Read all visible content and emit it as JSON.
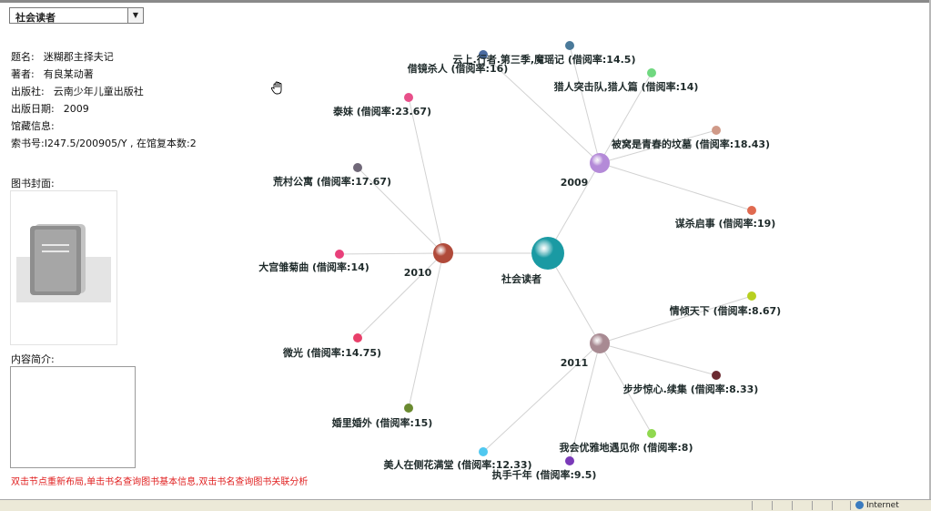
{
  "category_select": {
    "value": "社会读者",
    "arrow": "▼"
  },
  "book_info": {
    "title_label": "题名:",
    "title_value": "迷糊郡主择夫记",
    "author_label": "著者:",
    "author_value": "有良某动著",
    "publisher_label": "出版社:",
    "publisher_value": "云南少年儿童出版社",
    "date_label": "出版日期:",
    "date_value": "2009",
    "holdings_label": "馆藏信息:",
    "callno_line": "索书号:I247.5/200905/Y , 在馆复本数:2"
  },
  "cover_label": "图书封面:",
  "summary_label": "内容简介:",
  "hint": "双击节点重新布局,单击书名查询图书基本信息,双击书名查询图书关联分析",
  "graph": {
    "center": {
      "label": "社会读者",
      "color": "#1a9aa3"
    },
    "years": [
      {
        "id": "y2010",
        "label": "2010",
        "color": "#b04a3a"
      },
      {
        "id": "y2009",
        "label": "2009",
        "color": "#b48ad8"
      },
      {
        "id": "y2011",
        "label": "2011",
        "color": "#a88a92"
      }
    ],
    "books": [
      {
        "year": "y2010",
        "label": "泰妹 (借阅率:23.67)",
        "color": "#e8508a"
      },
      {
        "year": "y2010",
        "label": "荒村公寓 (借阅率:17.67)",
        "color": "#706878"
      },
      {
        "year": "y2010",
        "label": "大宫雏菊曲 (借阅率:14)",
        "color": "#e8407a"
      },
      {
        "year": "y2010",
        "label": "微光 (借阅率:14.75)",
        "color": "#e8406a"
      },
      {
        "year": "y2010",
        "label": "婚里婚外 (借阅率:15)",
        "color": "#6a8a30"
      },
      {
        "year": "y2009",
        "label": "借镜杀人 (借阅率:16)",
        "color": "#4a6aa0"
      },
      {
        "year": "y2009",
        "label": "云上.行者.第三季,魔瑶记 (借阅率:14.5)",
        "color": "#4a7a9a"
      },
      {
        "year": "y2009",
        "label": "猎人突击队,猎人篇 (借阅率:14)",
        "color": "#70d880"
      },
      {
        "year": "y2009",
        "label": "被窝是青春的坟墓 (借阅率:18.43)",
        "color": "#d09a88"
      },
      {
        "year": "y2009",
        "label": "谋杀启事 (借阅率:19)",
        "color": "#e06a50"
      },
      {
        "year": "y2011",
        "label": "情倾天下 (借阅率:8.67)",
        "color": "#b8d020"
      },
      {
        "year": "y2011",
        "label": "步步惊心.续集 (借阅率:8.33)",
        "color": "#6a2a30"
      },
      {
        "year": "y2011",
        "label": "我会优雅地遇见你 (借阅率:8)",
        "color": "#90d850"
      },
      {
        "year": "y2011",
        "label": "执手千年 (借阅率:9.5)",
        "color": "#7a3ab8"
      },
      {
        "year": "y2011",
        "label": "美人在侧花满堂 (借阅率:12.33)",
        "color": "#50c8f0"
      }
    ]
  },
  "statusbar": {
    "zone": "Internet"
  }
}
